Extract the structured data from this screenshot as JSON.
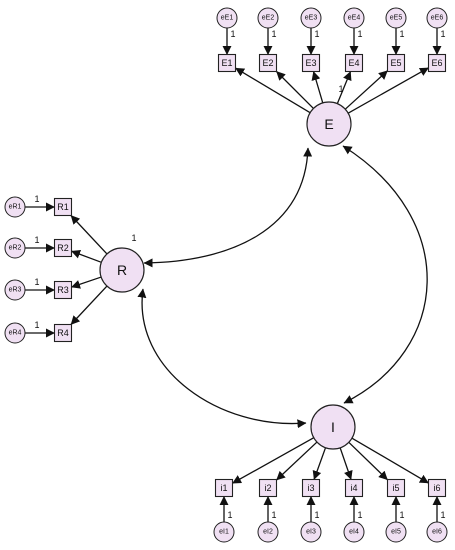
{
  "diagram": {
    "latents": [
      {
        "id": "E",
        "label": "E"
      },
      {
        "id": "R",
        "label": "R"
      },
      {
        "id": "I",
        "label": "I"
      }
    ],
    "indicators": {
      "E": [
        "E1",
        "E2",
        "E3",
        "E4",
        "E5",
        "E6"
      ],
      "R": [
        "R1",
        "R2",
        "R3",
        "R4"
      ],
      "I": [
        "i1",
        "i2",
        "i3",
        "i4",
        "i5",
        "i6"
      ]
    },
    "errors": {
      "E": [
        "eE1",
        "eE2",
        "eE3",
        "eE4",
        "eE5",
        "eE6"
      ],
      "R": [
        "eR1",
        "eR2",
        "eR3",
        "eR4"
      ],
      "I": [
        "eI1",
        "eI2",
        "eI3",
        "eI4",
        "eI5",
        "eI6"
      ]
    },
    "fixed_weight": "1",
    "covariances": [
      [
        "R",
        "E"
      ],
      [
        "R",
        "I"
      ],
      [
        "E",
        "I"
      ]
    ],
    "colors": {
      "fill": "#f0e0f3",
      "stroke": "#222222"
    }
  }
}
